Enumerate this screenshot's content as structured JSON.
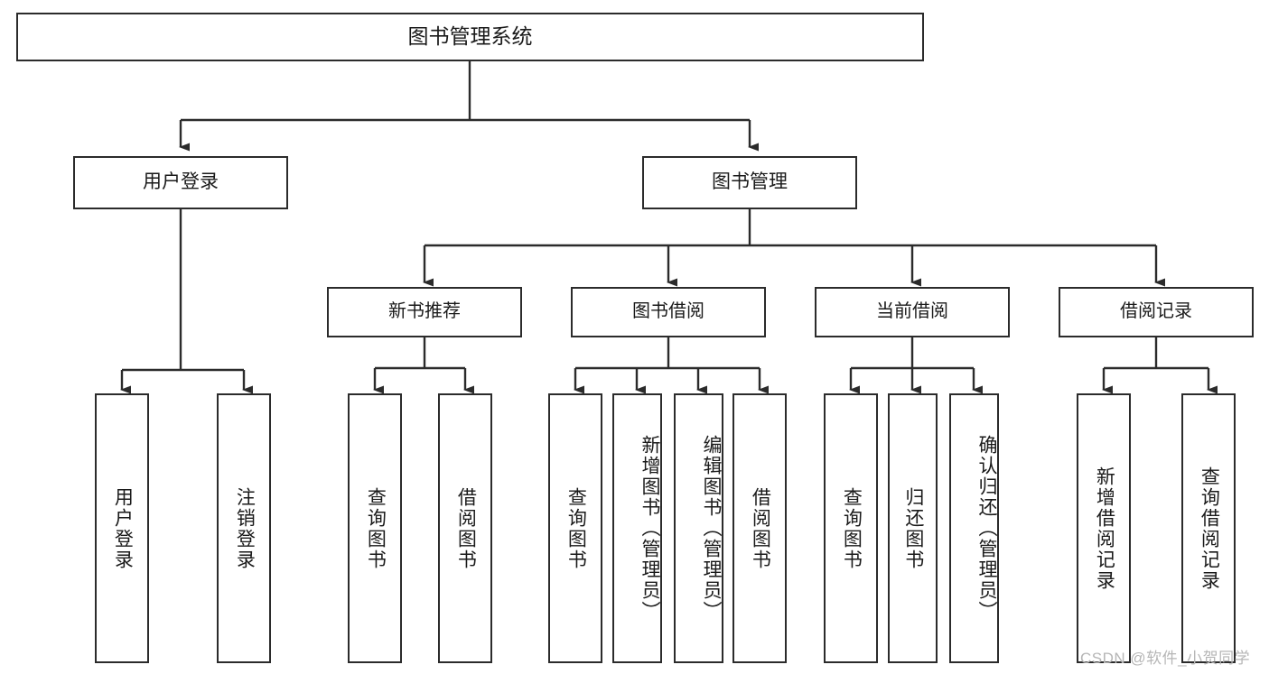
{
  "diagram": {
    "title": "图书管理系统",
    "type": "hierarchy-tree",
    "root": {
      "label": "图书管理系统"
    },
    "level2": [
      {
        "label": "用户登录"
      },
      {
        "label": "图书管理"
      }
    ],
    "level3": [
      {
        "label": "新书推荐"
      },
      {
        "label": "图书借阅"
      },
      {
        "label": "当前借阅"
      },
      {
        "label": "借阅记录"
      }
    ],
    "leaves": {
      "user_login": [
        {
          "label": "用户登录"
        },
        {
          "label": "注销登录"
        }
      ],
      "new_book_recommend": [
        {
          "label": "查询图书"
        },
        {
          "label": "借阅图书"
        }
      ],
      "book_borrow": [
        {
          "label": "查询图书"
        },
        {
          "label": "新增图书（管理员）"
        },
        {
          "label": "编辑图书（管理员）"
        },
        {
          "label": "借阅图书"
        }
      ],
      "current_borrow": [
        {
          "label": "查询图书"
        },
        {
          "label": "归还图书"
        },
        {
          "label": "确认归还（管理员）"
        }
      ],
      "borrow_record": [
        {
          "label": "新增借阅记录"
        },
        {
          "label": "查询借阅记录"
        }
      ]
    }
  },
  "watermark": {
    "text": "CSDN @软件_小贺同学"
  },
  "colors": {
    "stroke": "#2b2b2b",
    "fill": "#ffffff",
    "text": "#1a1a1a",
    "watermark": "#b6b6b6"
  }
}
